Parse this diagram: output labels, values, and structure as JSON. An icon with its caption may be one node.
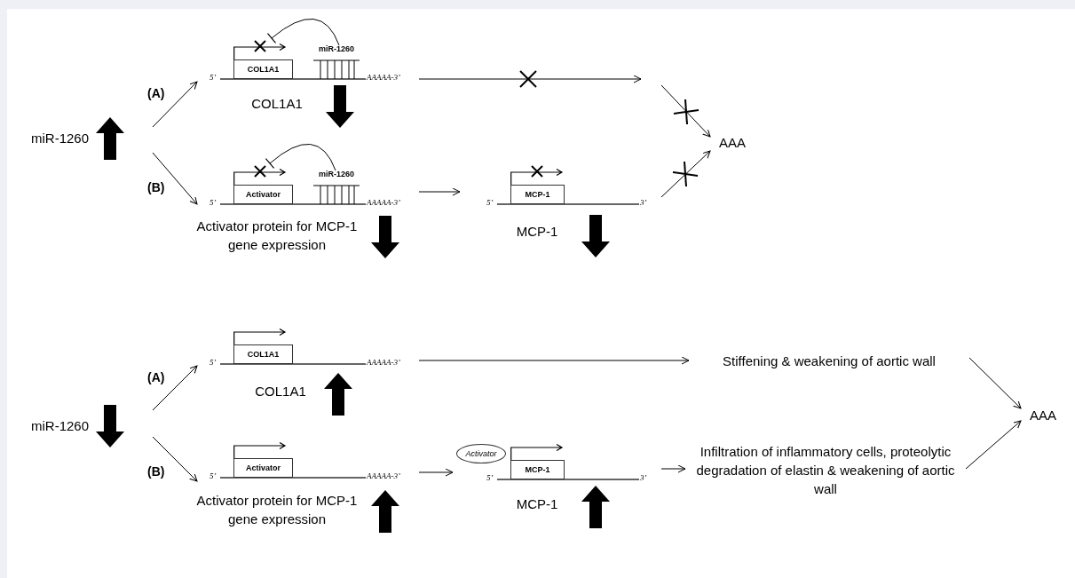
{
  "diagram": {
    "nodes": [
      {
        "text": [
          "miR-1260"
        ]
      },
      {
        "text": [
          "5’",
          "AAAAA-3’"
        ],
        "beside": [
          "COL1A1"
        ]
      },
      {
        "text": [
          "COL1A1"
        ],
        "in": 1
      },
      {
        "text": [
          "miR-1260"
        ],
        "in": 1
      },
      {
        "text": [
          "5’",
          "AAAAA-3’"
        ],
        "beside": [
          "Activator protein for MCP-1 gene expression"
        ]
      },
      {
        "text": [
          "Activator"
        ],
        "in": 4
      },
      {
        "text": [
          "miR-1260"
        ],
        "in": 4
      },
      {
        "text": [
          "5’",
          "3’"
        ],
        "beside": [
          "MCP-1"
        ]
      },
      {
        "text": [
          "MCP-1"
        ],
        "in": 7
      },
      {
        "text": [
          "AAA"
        ]
      },
      {
        "text": [
          "miR-1260"
        ]
      },
      {
        "text": [
          "5’",
          "AAAAA-3’"
        ],
        "beside": [
          "COL1A1"
        ]
      },
      {
        "text": [
          "COL1A1"
        ],
        "in": 11
      },
      {
        "text": [
          "5’",
          "AAAAA-3’"
        ],
        "beside": [
          "Activator protein for MCP-1 gene expression"
        ]
      },
      {
        "text": [
          "Activator"
        ],
        "in": 13
      },
      {
        "text": [
          "5’",
          "3’"
        ],
        "beside": [
          "MCP-1"
        ]
      },
      {
        "text": [
          "Activator"
        ],
        "in": 15
      },
      {
        "text": [
          "MCP-1"
        ],
        "in": 15
      },
      {
        "text": [
          "Stiffening & weakening of aortic wall"
        ]
      },
      {
        "text": [
          "Infiltration of inflammatory cells, proteolytic degradation of elastin & weakening of aortic wall"
        ]
      },
      {
        "text": [
          "AAA"
        ]
      },
      {
        "text": [],
        "shape": "arrow"
      },
      {
        "text": [],
        "shape": "arrow"
      },
      {
        "text": [],
        "shape": "arrow"
      },
      {
        "text": [],
        "shape": "arrow"
      },
      {
        "text": [],
        "shape": "arrow"
      },
      {
        "text": [],
        "shape": "arrow"
      }
    ],
    "edges": [
      {
        "from": 0,
        "to": 1,
        "arrow": "to",
        "label": "(A)"
      },
      {
        "from": 0,
        "to": 4,
        "arrow": "to",
        "label": "(B)"
      },
      {
        "from": 3,
        "to": 2,
        "arrow": "other"
      },
      {
        "from": 6,
        "to": 5,
        "arrow": "other"
      },
      {
        "from": 1,
        "to": null,
        "arrow": "to"
      },
      {
        "from": null,
        "to": 9,
        "arrow": "to"
      },
      {
        "from": 4,
        "to": 7,
        "arrow": "to"
      },
      {
        "from": 7,
        "to": 9,
        "arrow": "to"
      },
      {
        "from": 10,
        "to": 11,
        "arrow": "to",
        "label": "(A)"
      },
      {
        "from": 10,
        "to": 13,
        "arrow": "to",
        "label": "(B)"
      },
      {
        "from": 11,
        "to": 18,
        "arrow": "to"
      },
      {
        "from": 13,
        "to": 15,
        "arrow": "to"
      },
      {
        "from": 15,
        "to": 19,
        "arrow": "to"
      },
      {
        "from": 18,
        "to": 20,
        "arrow": "to"
      },
      {
        "from": 19,
        "to": 20,
        "arrow": "to"
      }
    ]
  }
}
